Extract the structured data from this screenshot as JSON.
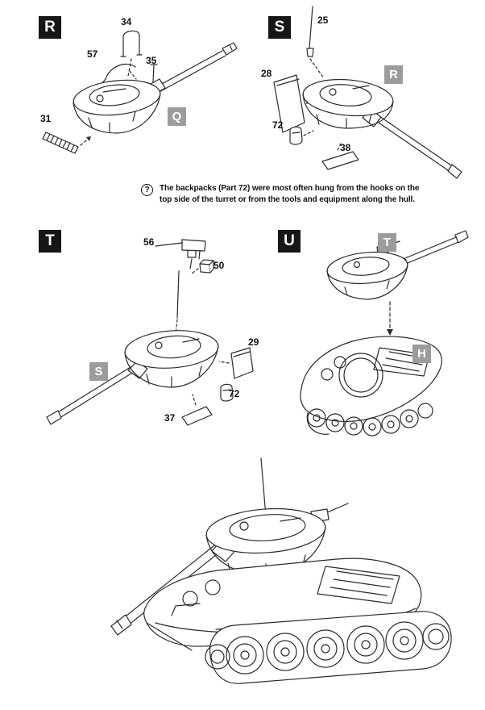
{
  "steps": {
    "r": "R",
    "s": "S",
    "t": "T",
    "u": "U"
  },
  "refs": {
    "q": "Q",
    "r": "R",
    "s": "S",
    "t": "T",
    "h": "H"
  },
  "parts": {
    "r": {
      "bracket": "34",
      "rod": "57",
      "pin": "35",
      "grouser_rack": "31"
    },
    "s": {
      "antenna": "25",
      "panel": "28",
      "backpack": "72",
      "plate": "38"
    },
    "t": {
      "machine_gun": "56",
      "ammo_box": "50",
      "panel": "29",
      "backpack": "72",
      "plate": "37"
    }
  },
  "note": {
    "symbol": "?",
    "line1": "The backpacks (Part 72) were most often hung from the hooks on the",
    "line2": "top side of the turret or from the tools and equipment along the hull."
  },
  "colors": {
    "step_box": "#161616",
    "ref_box": "#9c9c9c",
    "ink": "#2b2b2b",
    "paper": "#ffffff"
  }
}
